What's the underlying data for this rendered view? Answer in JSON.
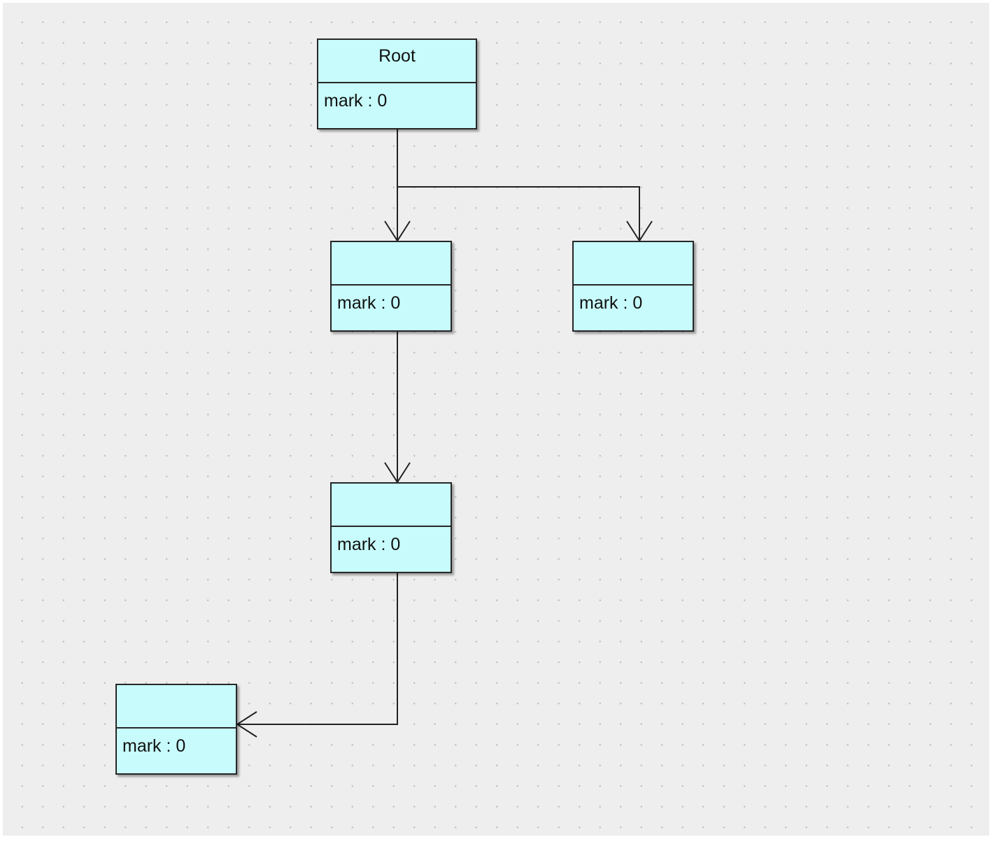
{
  "diagram": {
    "nodes": [
      {
        "id": "root",
        "title": "Root",
        "attribute": "mark : 0"
      },
      {
        "id": "a",
        "title": "",
        "attribute": "mark : 0"
      },
      {
        "id": "b",
        "title": "",
        "attribute": "mark : 0"
      },
      {
        "id": "c",
        "title": "",
        "attribute": "mark : 0"
      },
      {
        "id": "d",
        "title": "",
        "attribute": "mark : 0"
      }
    ],
    "edges": [
      {
        "from": "root",
        "to": "a"
      },
      {
        "from": "root",
        "to": "b"
      },
      {
        "from": "a",
        "to": "c"
      },
      {
        "from": "c",
        "to": "d"
      }
    ],
    "colors": {
      "node_fill": "#c8fcfc",
      "node_border": "#262626",
      "canvas_background": "#eeeeee",
      "grid_dot": "#c3c3c3",
      "connector": "#222222"
    }
  }
}
